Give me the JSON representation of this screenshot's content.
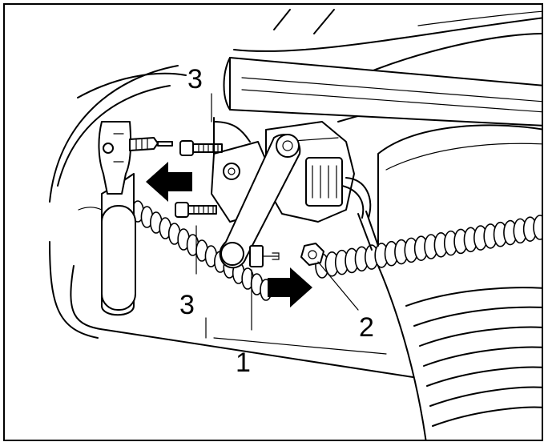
{
  "callouts": {
    "part_1": "1",
    "part_2": "2",
    "part_3_top": "3",
    "part_3_bottom": "3"
  },
  "colors": {
    "line": "#000000",
    "background": "#ffffff"
  }
}
